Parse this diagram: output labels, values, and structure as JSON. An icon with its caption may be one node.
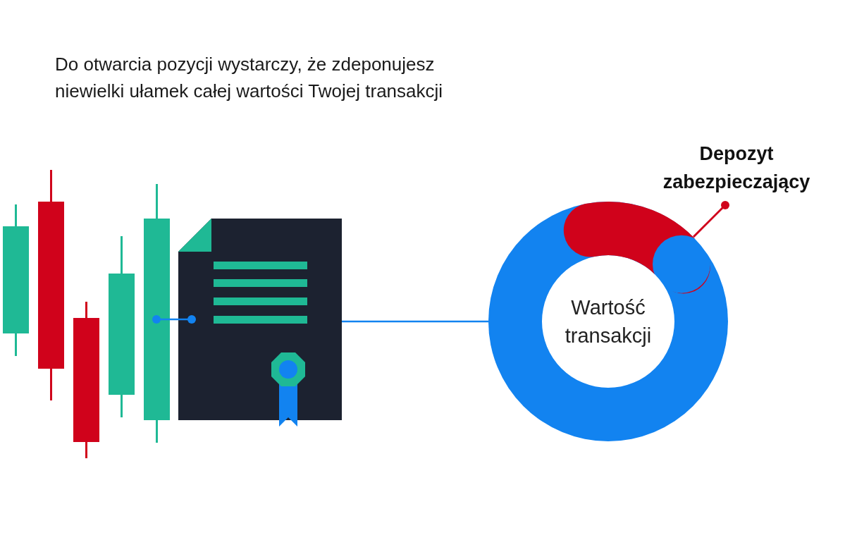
{
  "diagram": {
    "title": "Do otwarcia pozycji wystarczy, że zdeponujesz niewielki ułamek całej wartości Twojej transakcji",
    "nodes": [
      {
        "text": [],
        "shape": "picture"
      },
      {
        "text": [],
        "shape": "picture"
      },
      {
        "text": [
          "Wartość transakcji"
        ]
      },
      {
        "text": [],
        "shape": "arc",
        "in": 2
      },
      {
        "text": [
          "Depozyt zabezpieczający"
        ]
      }
    ],
    "edges": [
      {
        "from": 0,
        "to": 1,
        "arrow": "other"
      },
      {
        "from": 1,
        "to": 2,
        "arrow": "none"
      },
      {
        "from": 4,
        "to": 3,
        "arrow": "other",
        "color": "#d0021b"
      }
    ]
  }
}
